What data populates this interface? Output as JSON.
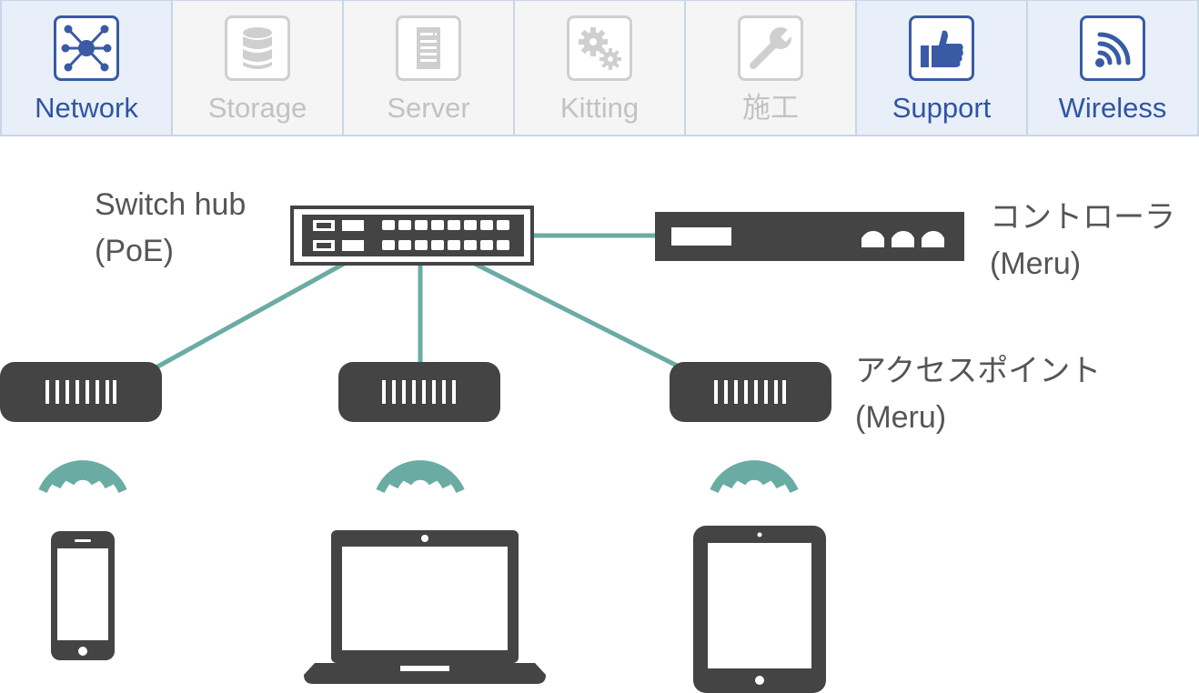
{
  "nav": {
    "items": [
      {
        "label": "Network",
        "icon": "network-icon",
        "state": "active"
      },
      {
        "label": "Storage",
        "icon": "database-icon",
        "state": "disabled"
      },
      {
        "label": "Server",
        "icon": "server-icon",
        "state": "disabled"
      },
      {
        "label": "Kitting",
        "icon": "gears-icon",
        "state": "disabled"
      },
      {
        "label": "施工",
        "icon": "wrench-icon",
        "state": "disabled"
      },
      {
        "label": "Support",
        "icon": "thumbs-up-icon",
        "state": "active"
      },
      {
        "label": "Wireless",
        "icon": "wifi-signal-icon",
        "state": "active"
      }
    ]
  },
  "diagram": {
    "switch_label": [
      "Switch hub",
      "(PoE)"
    ],
    "controller_label": [
      "コントローラ",
      "(Meru)"
    ],
    "ap_label": [
      "アクセスポイント",
      "(Meru)"
    ],
    "devices": [
      "smartphone-icon",
      "laptop-icon",
      "tablet-icon"
    ]
  },
  "colors": {
    "accent": "#3a5aa6",
    "nav_active_bg": "#e9eff9",
    "nav_disabled_text": "#c2c2c2",
    "link": "#6aaca4",
    "device": "#444444",
    "label_text": "#555555"
  }
}
